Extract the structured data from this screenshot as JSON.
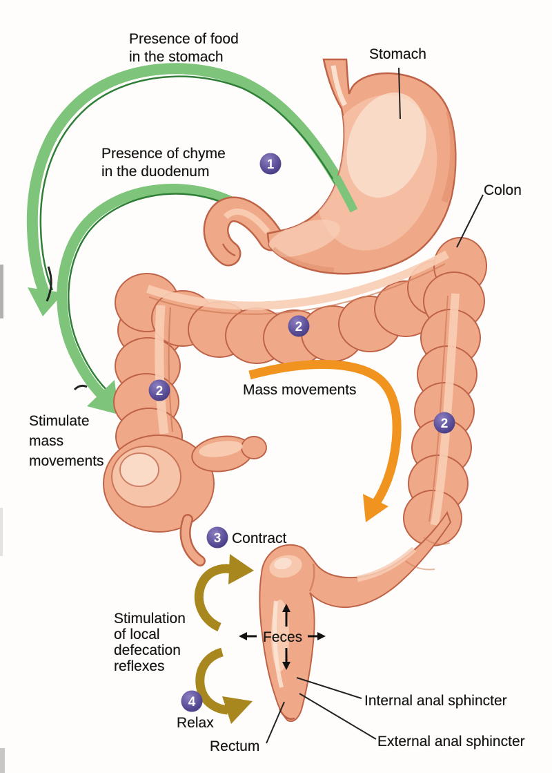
{
  "labels": {
    "presence_food": "Presence of food\nin the stomach",
    "stomach": "Stomach",
    "presence_chyme": "Presence of chyme\nin the duodenum",
    "colon": "Colon",
    "mass_movements": "Mass movements",
    "stimulate_mass": "Stimulate\nmass\nmovements",
    "contract": "Contract",
    "stimulation_local": "Stimulation\nof local\ndefecation\nreflexes",
    "relax": "Relax",
    "feces": "Feces",
    "internal_sphincter": "Internal anal sphincter",
    "external_sphincter": "External anal sphincter",
    "rectum": "Rectum"
  },
  "steps": {
    "one": "1",
    "two": "2",
    "three": "3",
    "four": "4"
  },
  "colors": {
    "flesh": "#F0A988",
    "flesh_light": "#F8CDB5",
    "outline": "#BE6347",
    "green": "#7EC47B",
    "green_dark": "#2F7F38",
    "orange": "#F0931F",
    "gold": "#A8871F",
    "purple": "#584C96",
    "text": "#151515"
  }
}
